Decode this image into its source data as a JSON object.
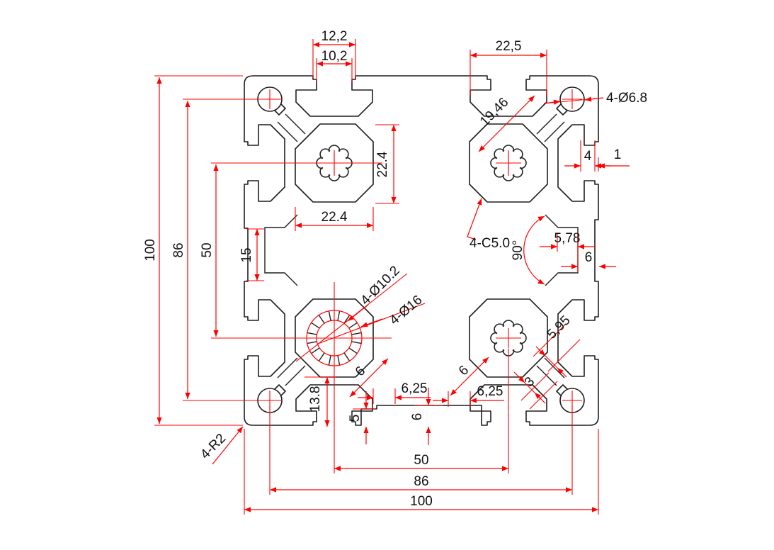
{
  "meta": {
    "type": "technical-drawing",
    "subject": "100x100 aluminium extrusion profile cross-section with dimensions"
  },
  "colors": {
    "dimension_red": "#ff0000",
    "outline_black": "#1f1f1f",
    "text_black": "#111111",
    "background": "#ffffff"
  },
  "dims": {
    "top_slot_outer": "12,2",
    "top_slot_inner": "10,2",
    "top_right_slot": "22,5",
    "corner_holes": "4-Ø6.8",
    "wall_4": "4",
    "lip_1": "1",
    "diag_19_46": "19,46",
    "cavity_v": "22.4",
    "cavity_h": "22.4",
    "left_pocket_15": "15",
    "chamfer": "4-C5.0",
    "angle_90": "90°",
    "pocket_5_78": "5,78",
    "wall_6_right": "6",
    "overall_v": "100",
    "holes_v": "86",
    "centers_v": "50",
    "bore_inner": "4-Ø10.2",
    "bore_outer": "4-Ø16",
    "web_5_95": "5,95",
    "web_3": "3",
    "wall_6_diag_left": "6",
    "wall_6_diag_right": "6",
    "offset_6_25_left": "6,25",
    "offset_6_25_right": "6,25",
    "pocket_5_bottom": "5",
    "pocket_6_bottom": "6",
    "edge_13_8": "13.8",
    "corner_radius": "4-R2",
    "centers_h": "50",
    "holes_h": "86",
    "overall_h": "100"
  }
}
